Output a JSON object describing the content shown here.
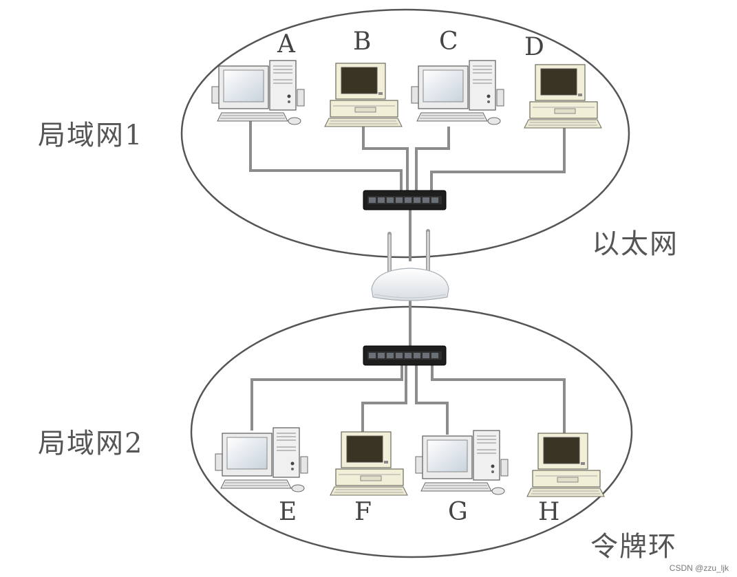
{
  "lans": [
    {
      "label": "局域网1",
      "network_type": "以太网",
      "computers": [
        "A",
        "B",
        "C",
        "D"
      ]
    },
    {
      "label": "局域网2",
      "network_type": "令牌环",
      "computers": [
        "E",
        "F",
        "G",
        "H"
      ]
    }
  ],
  "devices": {
    "switch_count": 2,
    "router_count": 1
  },
  "credit": "CSDN @zzu_ljk"
}
